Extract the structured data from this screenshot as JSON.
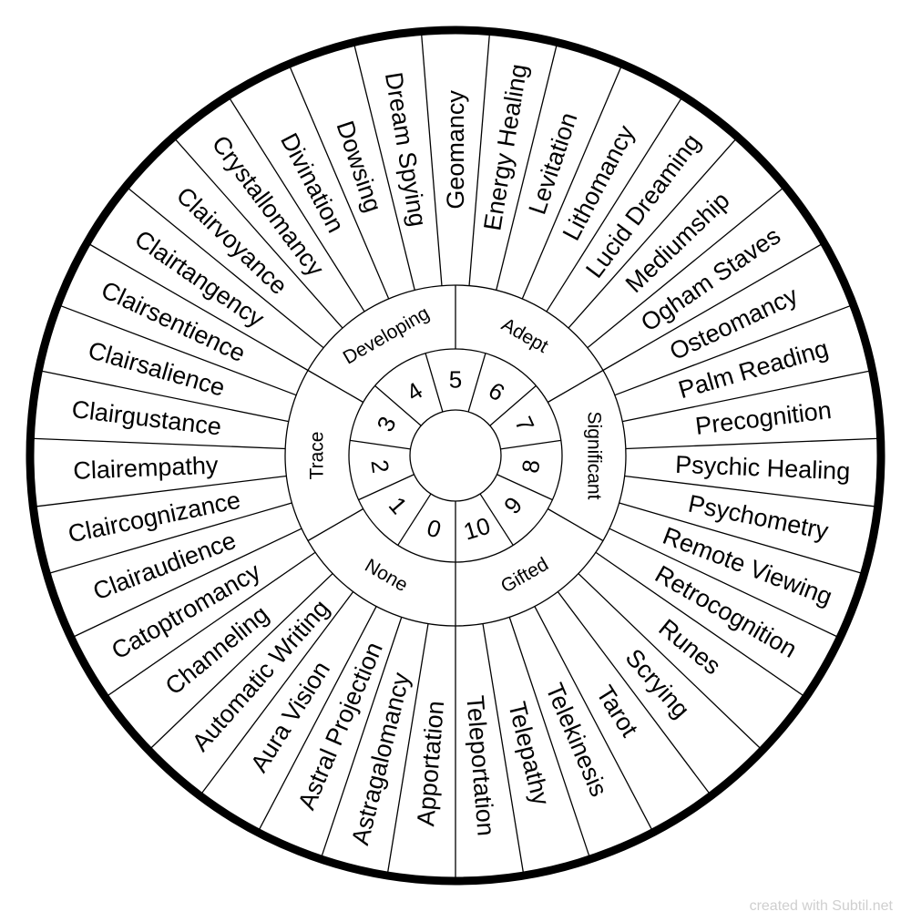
{
  "wheel": {
    "outer_labels": [
      "Geomancy",
      "Energy Healing",
      "Levitation",
      "Lithomancy",
      "Lucid Dreaming",
      "Mediumship",
      "Ogham Staves",
      "Osteomancy",
      "Palm Reading",
      "Precognition",
      "Psychic Healing",
      "Psychometry",
      "Remote Viewing",
      "Retrocognition",
      "Runes",
      "Scrying",
      "Tarot",
      "Telekinesis",
      "Telepathy",
      "Teleportation",
      "Apportation",
      "Astragalomancy",
      "Astral Projection",
      "Aura Vision",
      "Automatic Writing",
      "Channeling",
      "Catoptromancy",
      "Clairaudience",
      "Claircognizance",
      "Clairempathy",
      "Clairgustance",
      "Clairsalience",
      "Clairsentience",
      "Clairtangency",
      "Clairvoyance",
      "Crystallomancy",
      "Divination",
      "Dowsing",
      "Dream Spying"
    ],
    "ring_labels": [
      "Adept",
      "Significant",
      "Gifted",
      "None",
      "Trace",
      "Developing"
    ],
    "numbers": [
      "5",
      "6",
      "7",
      "8",
      "9",
      "10",
      "0",
      "1",
      "2",
      "3",
      "4"
    ],
    "colors": {
      "line": "#000000",
      "background": "#ffffff",
      "credit": "#cfcfcf"
    }
  },
  "footer": {
    "credit": "created with Subtil.net"
  }
}
